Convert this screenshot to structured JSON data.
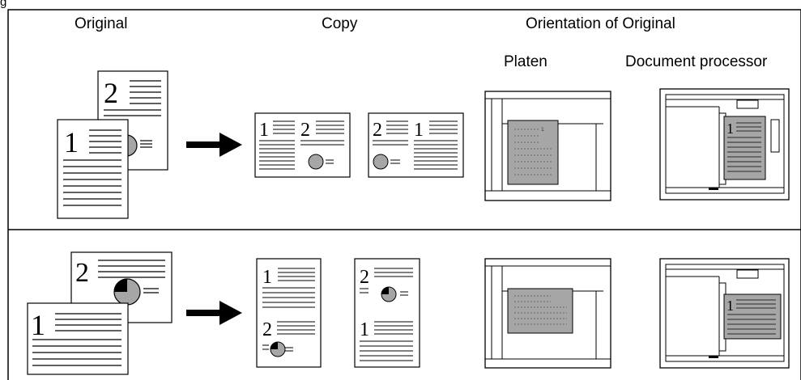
{
  "caption": "g",
  "headers": {
    "original": "Original",
    "copy": "Copy",
    "orientation": "Orientation of Original",
    "platen": "Platen",
    "document_processor": "Document processor"
  },
  "page_numbers": {
    "one": "1",
    "two": "2"
  },
  "diagram_colors": {
    "document_fill": "#a6a6a6",
    "line": "#000000",
    "background": "#ffffff"
  },
  "arrow_icon": "right-arrow-icon",
  "pie_icon": "pie-chart-icon"
}
